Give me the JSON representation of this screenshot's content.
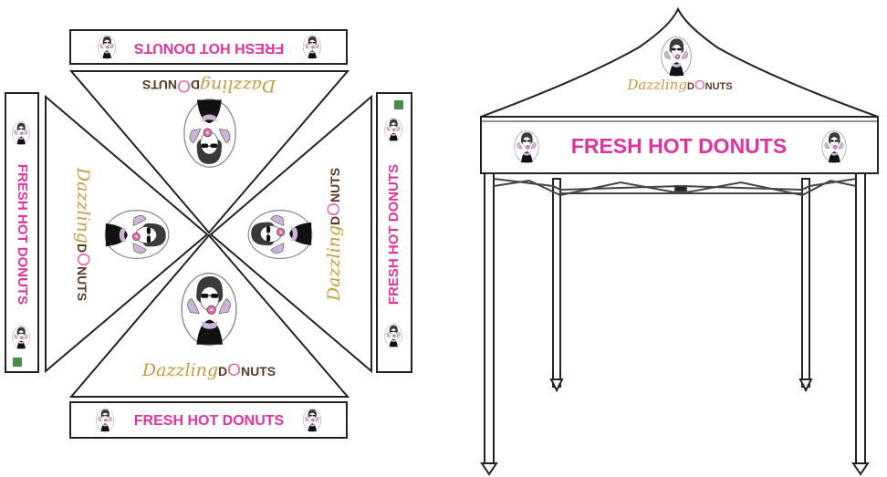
{
  "banner": {
    "text": "FRESH HOT DONUTS"
  },
  "brand": {
    "script_part": "Dazzling",
    "block_part_initial": "D",
    "block_part_rest": "NUTS",
    "full": "DazzlingDONUTS"
  },
  "colors": {
    "banner_text": "#e0339b",
    "brand_script": "#c79a3c",
    "brand_block": "#5a3a24",
    "donut": "#e86aa8",
    "outline": "#222222",
    "scarf": "#cdb3d8",
    "face": "#ffffff",
    "hair": "#3a3a3a"
  },
  "icons": {
    "portrait": "woman-portrait-icon",
    "donut": "donut-icon",
    "tent_frame": "tent-frame-icon"
  }
}
